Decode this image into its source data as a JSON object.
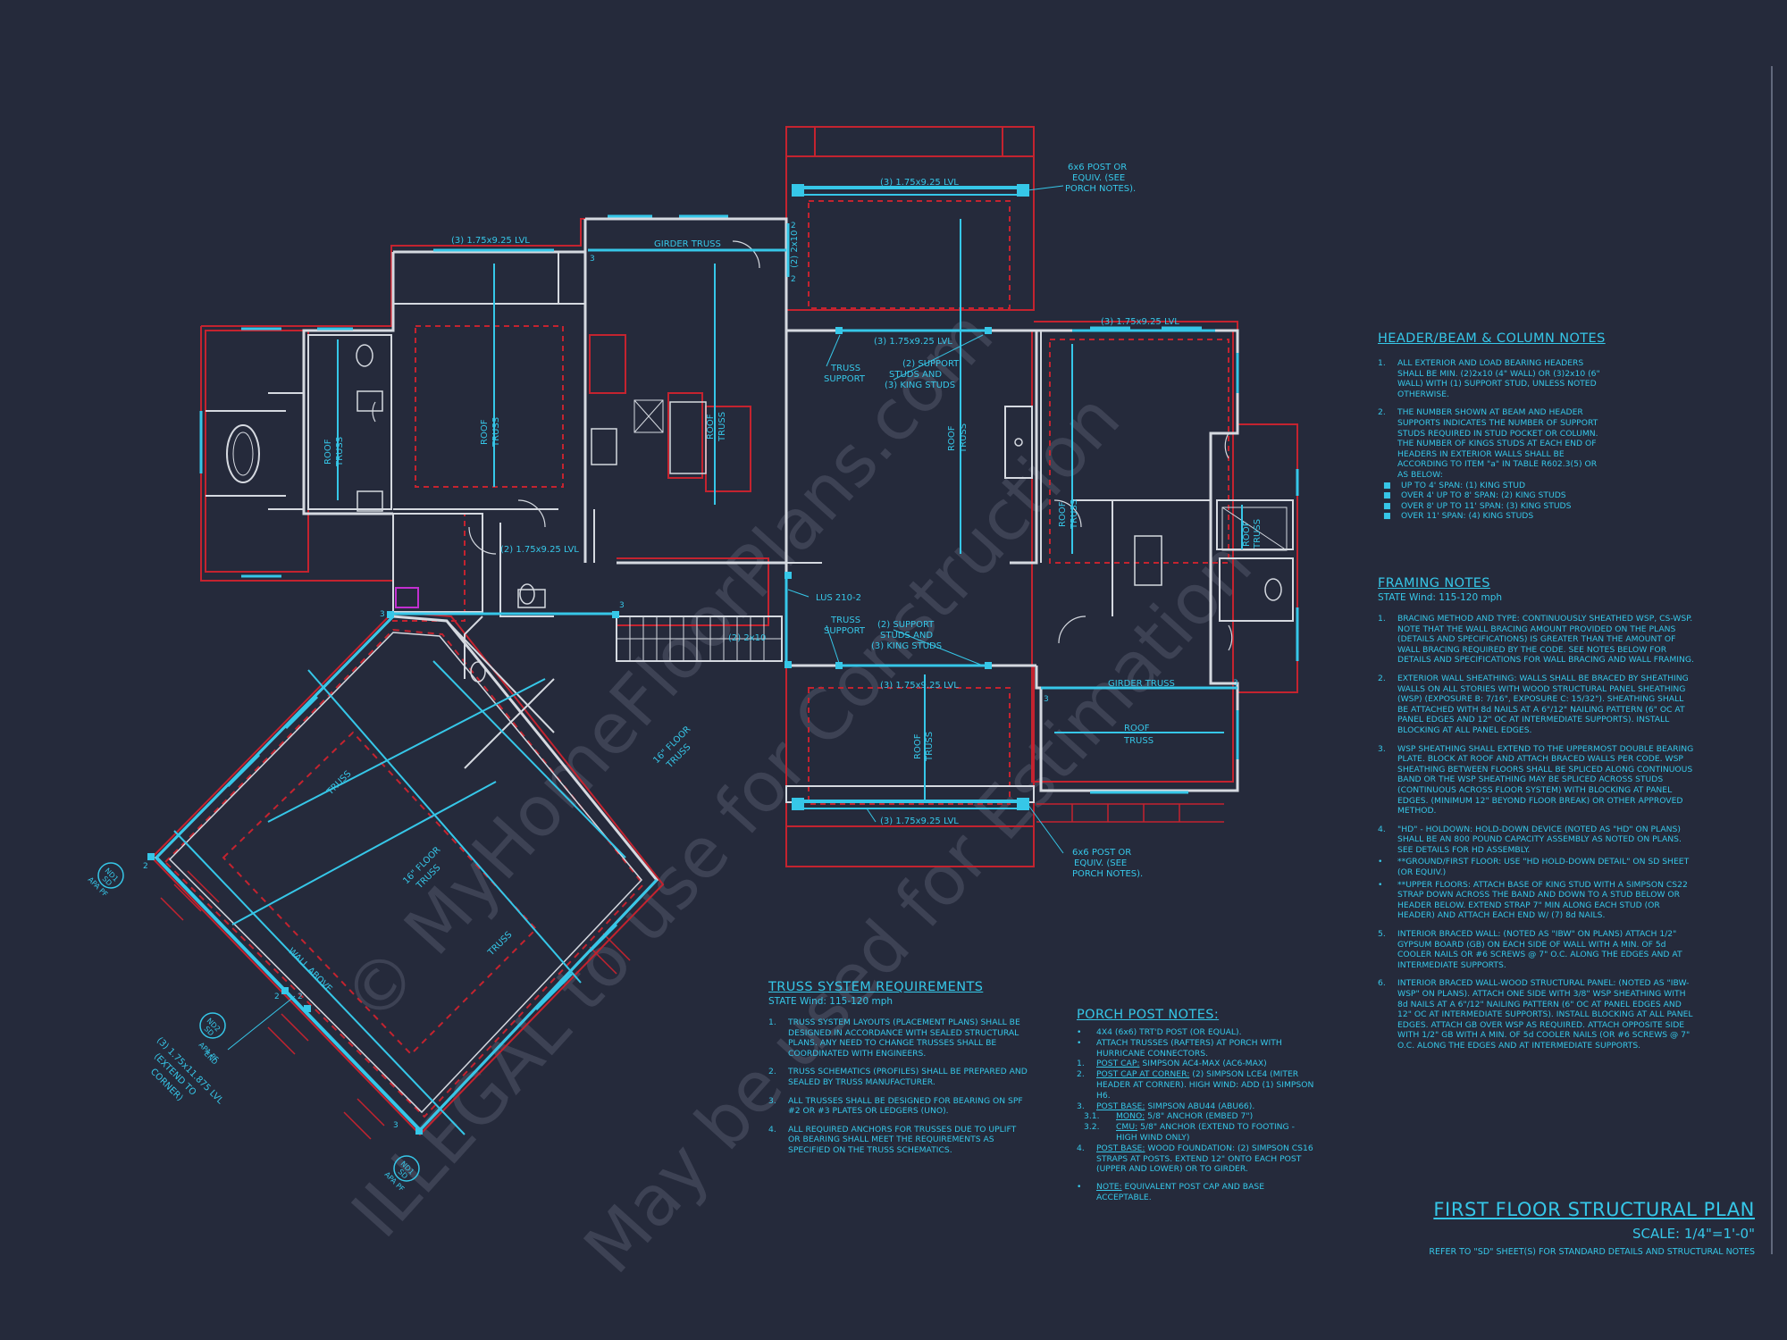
{
  "colors": {
    "background": "#252a3b",
    "wall_cyan": "#36c7e8",
    "outline_red": "#c4232f",
    "wall_white": "#d5d9e0",
    "text_cyan": "#36c7e8",
    "watermark": "#7d8396",
    "accent_magenta": "#c22fd0"
  },
  "plan_labels": {
    "lvl_top_porch": "(3) 1.75x9.25 LVL",
    "post_top": [
      "6x6 POST OR",
      "EQUIV. (SEE",
      "PORCH NOTES)."
    ],
    "lvl_left_room": "(3) 1.75x9.25 LVL",
    "girder_truss_kitchen": "GIRDER TRUSS",
    "vert_2x10": "(2) 2x10",
    "lvl_great_room": "(3) 1.75x9.25 LVL",
    "truss_support_1": [
      "TRUSS",
      "SUPPORT"
    ],
    "support_studs_1": [
      "(2) SUPPORT",
      "STUDS AND",
      "(3) KING STUDS"
    ],
    "lvl_right_room": "(3) 1.75x9.25 LVL",
    "roof_truss_master": [
      "ROOF",
      "TRUSS"
    ],
    "roof_truss_left": [
      "ROOF",
      "TRUSS"
    ],
    "roof_truss_kitchen": [
      "ROOF",
      "TRUSS"
    ],
    "roof_truss_great": [
      "ROOF",
      "TRUSS"
    ],
    "roof_truss_right": [
      "ROOF",
      "TRUSS"
    ],
    "roof_truss_bath": [
      "ROOF",
      "TRUSS"
    ],
    "lvl_hall": "(2) 1.75x9.25 LVL",
    "lus": "LUS 210-2",
    "twox10_stair": "(2) 2x10",
    "truss_support_2": [
      "TRUSS",
      "SUPPORT"
    ],
    "support_studs_2": [
      "(2) SUPPORT",
      "STUDS AND",
      "(3) KING STUDS"
    ],
    "lvl_bottom_great": "(3) 1.75x9.25 LVL",
    "girder_truss_right": "GIRDER TRUSS",
    "roof_truss_lower_right": [
      "ROOF",
      "TRUSS"
    ],
    "roof_truss_porch_bottom": [
      "ROOF",
      "TRUSS"
    ],
    "lvl_bottom_porch": "(3) 1.75x9.25 LVL",
    "post_bottom": [
      "6x6 POST OR",
      "EQUIV. (SEE",
      "PORCH NOTES)."
    ],
    "garage_truss_1": "TRUSS",
    "garage_truss_2": "TRUSS",
    "garage_floor_truss": [
      "16\" FLOOR",
      "TRUSS"
    ],
    "garage_floor_truss_2": [
      "16\" FLOOR",
      "TRUSS"
    ],
    "wall_above": "WALL ABOVE",
    "garage_lvl": [
      "(3) 1.75x11.875 LVL",
      "(EXTEND TO",
      "CORNER)"
    ],
    "apa_marks": [
      [
        "ND1",
        "SD",
        "APA PF"
      ],
      [
        "ND2",
        "SD",
        "APA PF",
        "END"
      ],
      [
        "ND1",
        "SD",
        "APA PF"
      ]
    ],
    "number_marks": [
      "2",
      "3",
      "2",
      "3",
      "3",
      "3",
      "3",
      "2",
      "3",
      "2",
      "2"
    ]
  },
  "truss_notes": {
    "title": "TRUSS SYSTEM REQUIREMENTS",
    "subtitle": "STATE Wind: 115-120 mph",
    "items": [
      {
        "num": "1.",
        "text": "TRUSS SYSTEM LAYOUTS (PLACEMENT PLANS) SHALL BE DESIGNED IN ACCORDANCE WITH SEALED STRUCTURAL PLANS. ANY NEED TO CHANGE TRUSSES SHALL BE COORDINATED WITH ENGINEERS."
      },
      {
        "num": "2.",
        "text": "TRUSS SCHEMATICS (PROFILES) SHALL BE PREPARED AND SEALED BY TRUSS MANUFACTURER."
      },
      {
        "num": "3.",
        "text": "ALL TRUSSES SHALL BE DESIGNED FOR BEARING ON SPF #2 OR #3 PLATES OR LEDGERS (UNO)."
      },
      {
        "num": "4.",
        "text": "ALL REQUIRED ANCHORS FOR TRUSSES DUE TO UPLIFT OR BEARING SHALL MEET THE REQUIREMENTS AS SPECIFIED ON THE TRUSS SCHEMATICS."
      }
    ]
  },
  "porch_notes": {
    "title": "PORCH POST NOTES:",
    "lines": [
      {
        "num": "•",
        "label": "",
        "text": "4X4 (6x6) TRT'D POST (OR EQUAL)."
      },
      {
        "num": "•",
        "label": "",
        "text": "ATTACH TRUSSES (RAFTERS) AT PORCH WITH HURRICANE CONNECTORS."
      },
      {
        "num": "1.",
        "label": "POST CAP:",
        "text": " SIMPSON AC4-MAX (AC6-MAX)"
      },
      {
        "num": "2.",
        "label": "POST CAP AT CORNER:",
        "text": " (2) SIMPSON LCE4 (MITER HEADER AT CORNER). HIGH WIND: ADD (1) SIMPSON H6."
      },
      {
        "num": "3.",
        "label": "POST BASE:",
        "text": " SIMPSON ABU44 (ABU66)."
      },
      {
        "num": "3.1.",
        "label": "MONO:",
        "text": " 5/8\" ANCHOR (EMBED 7\")",
        "sub": true
      },
      {
        "num": "3.2.",
        "label": "CMU:",
        "text": " 5/8\" ANCHOR (EXTEND TO FOOTING - HIGH WIND ONLY)",
        "sub": true
      },
      {
        "num": "4.",
        "label": "POST BASE:",
        "text": " WOOD FOUNDATION: (2) SIMPSON CS16 STRAPS AT POSTS. EXTEND 12\" ONTO EACH POST (UPPER AND LOWER) OR TO GIRDER."
      },
      {
        "num": "•",
        "label": "NOTE:",
        "text": " EQUIVALENT POST CAP AND BASE ACCEPTABLE."
      }
    ]
  },
  "header_notes": {
    "title": "HEADER/BEAM & COLUMN NOTES",
    "items": [
      {
        "num": "1.",
        "text": "ALL EXTERIOR AND LOAD BEARING HEADERS SHALL BE MIN. (2)2x10 (4\" WALL) OR (3)2x10 (6\" WALL) WITH (1) SUPPORT STUD, UNLESS NOTED OTHERWISE."
      },
      {
        "num": "2.",
        "text": "THE NUMBER SHOWN AT BEAM AND HEADER SUPPORTS INDICATES THE NUMBER OF SUPPORT STUDS REQUIRED IN STUD POCKET OR COLUMN. THE NUMBER OF KINGS STUDS AT EACH END OF HEADERS IN EXTERIOR WALLS SHALL BE ACCORDING TO ITEM \"a\" IN TABLE R602.3(5) OR AS BELOW:"
      }
    ],
    "bullets": [
      "UP TO 4' SPAN: (1) KING STUD",
      "OVER 4' UP TO 8' SPAN: (2) KING STUDS",
      "OVER 8' UP TO 11' SPAN: (3) KING STUDS",
      "OVER 11' SPAN: (4) KING STUDS"
    ]
  },
  "framing_notes": {
    "title": "FRAMING NOTES",
    "subtitle": "STATE Wind: 115-120 mph",
    "items": [
      {
        "num": "1.",
        "text": "BRACING METHOD AND TYPE: CONTINUOUSLY SHEATHED WSP, CS-WSP. NOTE THAT THE WALL BRACING AMOUNT PROVIDED ON THE PLANS (DETAILS AND SPECIFICATIONS) IS GREATER THAN THE AMOUNT OF WALL BRACING REQUIRED BY THE CODE. SEE NOTES BELOW FOR DETAILS AND SPECIFICATIONS FOR WALL BRACING AND WALL FRAMING."
      },
      {
        "num": "2.",
        "text": "EXTERIOR WALL SHEATHING: WALLS SHALL BE BRACED BY SHEATHING WALLS ON ALL STORIES WITH WOOD STRUCTURAL PANEL SHEATHING (WSP) (EXPOSURE B: 7/16\", EXPOSURE C: 15/32\"). SHEATHING SHALL BE ATTACHED WITH 8d NAILS AT A 6\"/12\" NAILING PATTERN (6\" OC AT PANEL EDGES AND 12\" OC AT INTERMEDIATE SUPPORTS). INSTALL BLOCKING AT ALL PANEL EDGES."
      },
      {
        "num": "3.",
        "text": "WSP SHEATHING SHALL EXTEND TO THE UPPERMOST DOUBLE BEARING PLATE. BLOCK AT ROOF AND ATTACH BRACED WALLS PER CODE. WSP SHEATHING BETWEEN FLOORS SHALL BE SPLICED ALONG CONTINUOUS BAND OR THE WSP SHEATHING MAY BE SPLICED ACROSS STUDS (CONTINUOUS ACROSS FLOOR SYSTEM) WITH BLOCKING AT PANEL EDGES. (MINIMUM 12\" BEYOND FLOOR BREAK) OR OTHER APPROVED METHOD."
      },
      {
        "num": "4.",
        "text": "\"HD\" - HOLDOWN: HOLD-DOWN DEVICE (NOTED AS \"HD\" ON PLANS) SHALL BE AN 800 POUND CAPACITY ASSEMBLY AS NOTED ON PLANS. SEE DETAILS FOR HD ASSEMBLY."
      },
      {
        "num": "•",
        "text": "**GROUND/FIRST FLOOR: USE \"HD HOLD-DOWN DETAIL\" ON SD SHEET (OR EQUIV.)"
      },
      {
        "num": "•",
        "text": "**UPPER FLOORS: ATTACH BASE OF KING STUD WITH A SIMPSON CS22 STRAP DOWN ACROSS THE BAND AND DOWN TO A STUD BELOW OR HEADER BELOW. EXTEND STRAP 7\" MIN ALONG EACH STUD (OR HEADER) AND ATTACH EACH END W/ (7) 8d NAILS."
      },
      {
        "num": "5.",
        "text": "INTERIOR BRACED WALL: (NOTED AS \"IBW\" ON PLANS) ATTACH 1/2\" GYPSUM BOARD (GB) ON EACH SIDE OF WALL WITH A MIN. OF 5d COOLER NAILS OR #6 SCREWS @ 7\" O.C. ALONG THE EDGES AND AT INTERMEDIATE SUPPORTS."
      },
      {
        "num": "6.",
        "text": "INTERIOR BRACED WALL-WOOD STRUCTURAL PANEL: (NOTED AS \"IBW-WSP\" ON PLANS). ATTACH ONE SIDE WITH 3/8\" WSP SHEATHING WITH 8d NAILS AT A 6\"/12\" NAILING PATTERN (6\" OC AT PANEL EDGES AND 12\" OC AT INTERMEDIATE SUPPORTS). INSTALL BLOCKING AT ALL PANEL EDGES. ATTACH GB OVER WSP AS REQUIRED. ATTACH OPPOSITE SIDE WITH 1/2\" GB WITH A MIN. OF 5d COOLER NAILS (OR #6 SCREWS @ 7\" O.C. ALONG THE EDGES AND AT INTERMEDIATE SUPPORTS."
      }
    ]
  },
  "title_block": {
    "title": "FIRST FLOOR STRUCTURAL PLAN",
    "scale": "SCALE: 1/4\"=1'-0\"",
    "reference": "REFER TO \"SD\" SHEET(S) FOR STANDARD DETAILS AND STRUCTURAL NOTES"
  },
  "watermarks": [
    "© MyHomeFloorPlans.com",
    "ILLEGAL to use for Construction",
    "May be used for Estimation"
  ]
}
